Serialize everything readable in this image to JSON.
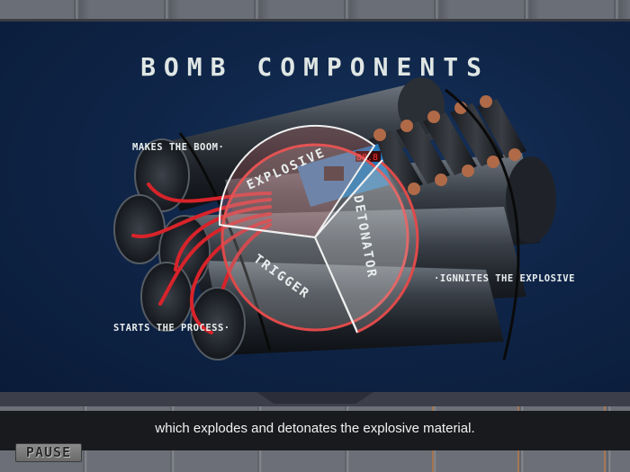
{
  "scene": {
    "title": "BOMB COMPONENTS",
    "labels": {
      "explosive_note": "MAKES THE BOOM·",
      "trigger_note": "STARTS THE PROCESS·",
      "detonator_note": "·IGNNITES THE EXPLOSIVE"
    },
    "pie_chart": {
      "segments": [
        {
          "label": "EXPLOSIVE"
        },
        {
          "label": "DETONATOR"
        },
        {
          "label": "TRIGGER"
        }
      ],
      "outline_color": "#e04a4a"
    }
  },
  "subtitle": {
    "text": "which explodes and detonates the explosive material."
  },
  "controls": {
    "pause_label": "PAUSE"
  },
  "colors": {
    "screen_bg": "#0f2548",
    "title_text": "#dfe6e4",
    "wire_red": "#d8232a",
    "subtitle_bar": "#181a1d"
  }
}
